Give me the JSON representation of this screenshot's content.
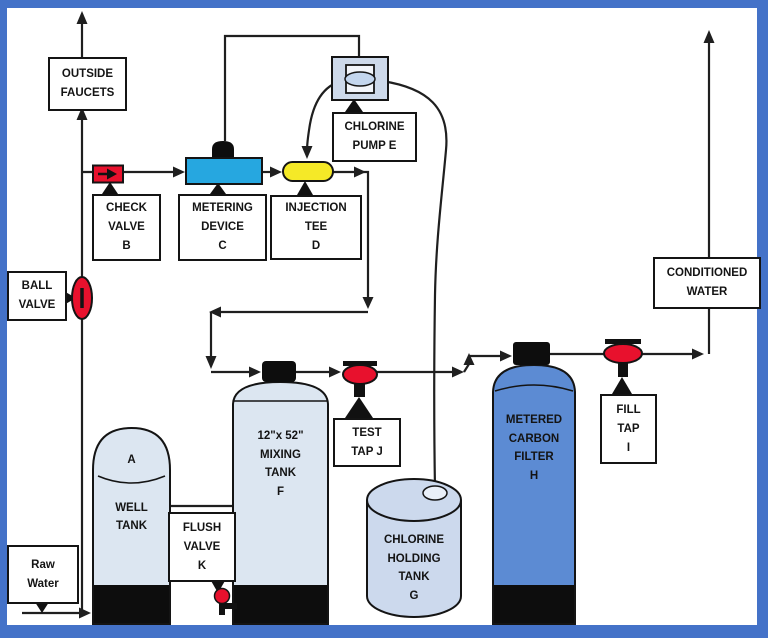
{
  "colors": {
    "frame_blue": "#4472c8",
    "pipe_black": "#1f1f1f",
    "valve_red": "#e8112d",
    "metering_blue": "#26a7e0",
    "tee_yellow": "#f5e927",
    "tank_light_fill": "#dce6f1",
    "chlorine_tank_fill": "#ccd9ed",
    "carbon_filter_fill": "#5c8bd3",
    "pump_outer_fill": "#cdd9ea",
    "pump_inner_fill": "#f2f5fa",
    "pump_ellipse_fill": "#c3d6ee",
    "cap_black": "#0d0d0d"
  },
  "labels": {
    "outside_faucets": "OUTSIDE\nFAUCETS",
    "check_valve": "CHECK\nVALVE\nB",
    "metering_device": "METERING\nDEVICE\nC",
    "injection_tee": "INJECTION\nTEE\nD",
    "chlorine_pump": "CHLORINE\nPUMP E",
    "ball_valve": "BALL\nVALVE",
    "conditioned_water": "CONDITIONED\nWATER",
    "raw_water": "Raw\nWater",
    "flush_valve": "FLUSH\nVALVE\nK",
    "test_tap": "TEST\nTAP J",
    "fill_tap": "FILL\nTAP\nI"
  },
  "equipment": {
    "well_tank_id": "A",
    "well_tank": "WELL\nTANK",
    "mixing_tank": "12\"x 52\"\nMIXING\nTANK\nF",
    "chlorine_tank": "CHLORINE\nHOLDING\nTANK\nG",
    "carbon_filter": "METERED\nCARBON\nFILTER\nH"
  }
}
